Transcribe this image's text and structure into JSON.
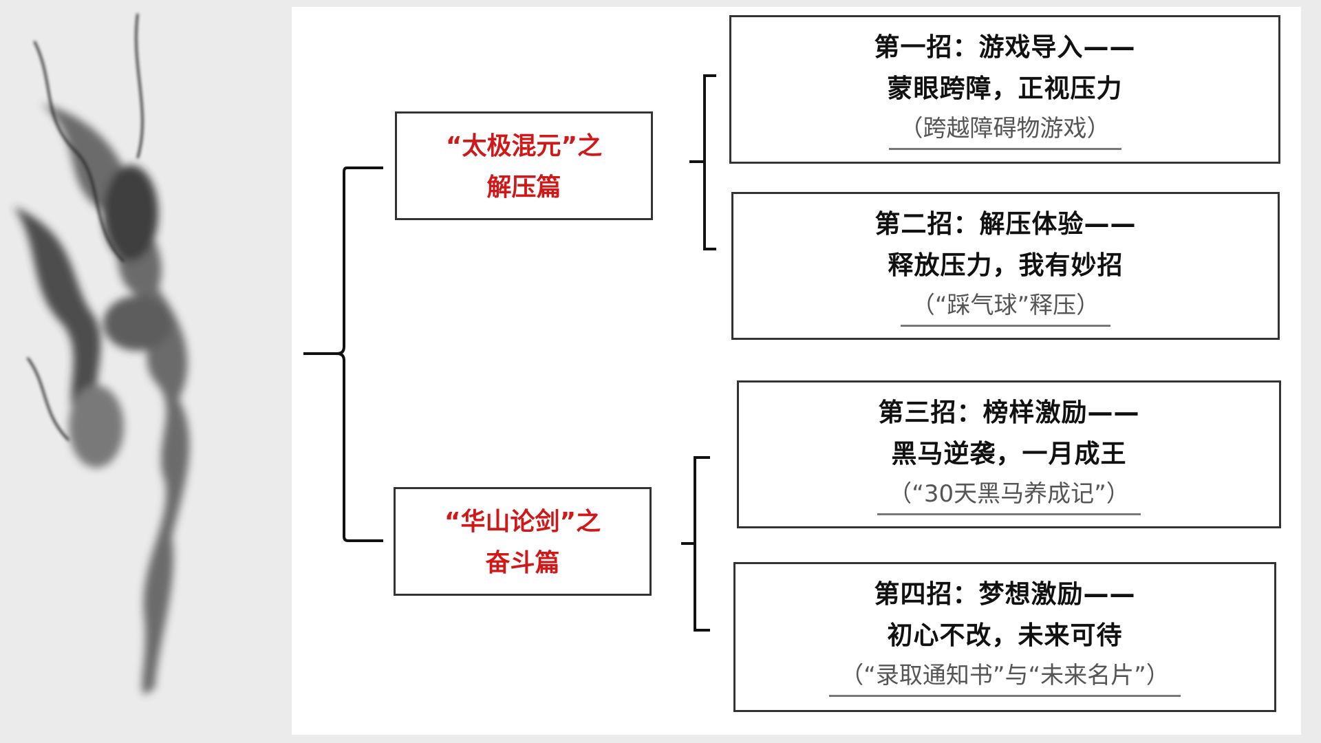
{
  "categories": [
    {
      "title_line1": "“太极混元”之",
      "title_line2": "解压篇",
      "tips": [
        {
          "line1": "第一招：游戏导入——",
          "line2": "蒙眼跨障，正视压力",
          "activity": "（跨越障碍物游戏）"
        },
        {
          "line1": "第二招：解压体验——",
          "line2": "释放压力，我有妙招",
          "activity": "（“踩气球”释压）"
        }
      ]
    },
    {
      "title_line1": "“华山论剑”之",
      "title_line2": "奋斗篇",
      "tips": [
        {
          "line1": "第三招：榜样激励——",
          "line2": "黑马逆袭，一月成王",
          "activity": "（“30天黑马养成记”）"
        },
        {
          "line1": "第四招：梦想激励——",
          "line2": "初心不改，未来可待",
          "activity": "（“录取通知书”与“未来名片”）"
        }
      ]
    }
  ],
  "colors": {
    "accent_red": "#d01818",
    "border": "#333333"
  }
}
